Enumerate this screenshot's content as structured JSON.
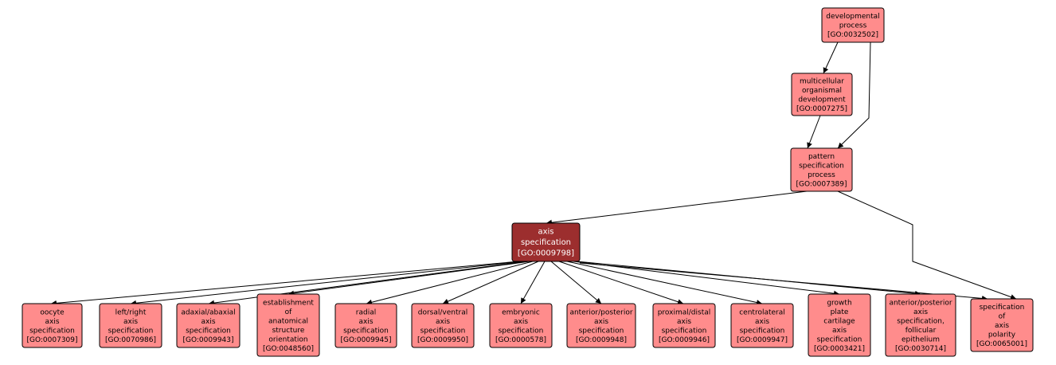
{
  "colors": {
    "node_fill": "#ff8c8c",
    "focus_fill": "#9c2e2e",
    "edge": "#000000"
  },
  "nodes": [
    {
      "id": "GO:0032502",
      "lines": [
        "developmental",
        "process",
        "[GO:0032502]"
      ],
      "focus": false
    },
    {
      "id": "GO:0007275",
      "lines": [
        "multicellular",
        "organismal",
        "development",
        "[GO:0007275]"
      ],
      "focus": false
    },
    {
      "id": "GO:0007389",
      "lines": [
        "pattern",
        "specification",
        "process",
        "[GO:0007389]"
      ],
      "focus": false
    },
    {
      "id": "GO:0009798",
      "lines": [
        "axis",
        "specification",
        "[GO:0009798]"
      ],
      "focus": true
    },
    {
      "id": "GO:0007309",
      "lines": [
        "oocyte",
        "axis",
        "specification",
        "[GO:0007309]"
      ],
      "focus": false
    },
    {
      "id": "GO:0070986",
      "lines": [
        "left/right",
        "axis",
        "specification",
        "[GO:0070986]"
      ],
      "focus": false
    },
    {
      "id": "GO:0009943",
      "lines": [
        "adaxial/abaxial",
        "axis",
        "specification",
        "[GO:0009943]"
      ],
      "focus": false
    },
    {
      "id": "GO:0048560",
      "lines": [
        "establishment",
        "of",
        "anatomical",
        "structure",
        "orientation",
        "[GO:0048560]"
      ],
      "focus": false
    },
    {
      "id": "GO:0009945",
      "lines": [
        "radial",
        "axis",
        "specification",
        "[GO:0009945]"
      ],
      "focus": false
    },
    {
      "id": "GO:0009950",
      "lines": [
        "dorsal/ventral",
        "axis",
        "specification",
        "[GO:0009950]"
      ],
      "focus": false
    },
    {
      "id": "GO:0000578",
      "lines": [
        "embryonic",
        "axis",
        "specification",
        "[GO:0000578]"
      ],
      "focus": false
    },
    {
      "id": "GO:0009948",
      "lines": [
        "anterior/posterior",
        "axis",
        "specification",
        "[GO:0009948]"
      ],
      "focus": false
    },
    {
      "id": "GO:0009946",
      "lines": [
        "proximal/distal",
        "axis",
        "specification",
        "[GO:0009946]"
      ],
      "focus": false
    },
    {
      "id": "GO:0009947",
      "lines": [
        "centrolateral",
        "axis",
        "specification",
        "[GO:0009947]"
      ],
      "focus": false
    },
    {
      "id": "GO:0003421",
      "lines": [
        "growth",
        "plate",
        "cartilage",
        "axis",
        "specification",
        "[GO:0003421]"
      ],
      "focus": false
    },
    {
      "id": "GO:0030714",
      "lines": [
        "anterior/posterior",
        "axis",
        "specification,",
        "follicular",
        "epithelium",
        "[GO:0030714]"
      ],
      "focus": false
    },
    {
      "id": "GO:0065001",
      "lines": [
        "specification",
        "of",
        "axis",
        "polarity",
        "[GO:0065001]"
      ],
      "focus": false
    }
  ],
  "edges": [
    [
      "GO:0032502",
      "GO:0007275"
    ],
    [
      "GO:0032502",
      "GO:0007389"
    ],
    [
      "GO:0007275",
      "GO:0007389"
    ],
    [
      "GO:0007389",
      "GO:0009798"
    ],
    [
      "GO:0007389",
      "GO:0065001"
    ],
    [
      "GO:0009798",
      "GO:0007309"
    ],
    [
      "GO:0009798",
      "GO:0070986"
    ],
    [
      "GO:0009798",
      "GO:0009943"
    ],
    [
      "GO:0009798",
      "GO:0048560"
    ],
    [
      "GO:0009798",
      "GO:0009945"
    ],
    [
      "GO:0009798",
      "GO:0009950"
    ],
    [
      "GO:0009798",
      "GO:0000578"
    ],
    [
      "GO:0009798",
      "GO:0009948"
    ],
    [
      "GO:0009798",
      "GO:0009946"
    ],
    [
      "GO:0009798",
      "GO:0009947"
    ],
    [
      "GO:0009798",
      "GO:0003421"
    ],
    [
      "GO:0009798",
      "GO:0030714"
    ],
    [
      "GO:0009798",
      "GO:0065001"
    ]
  ]
}
